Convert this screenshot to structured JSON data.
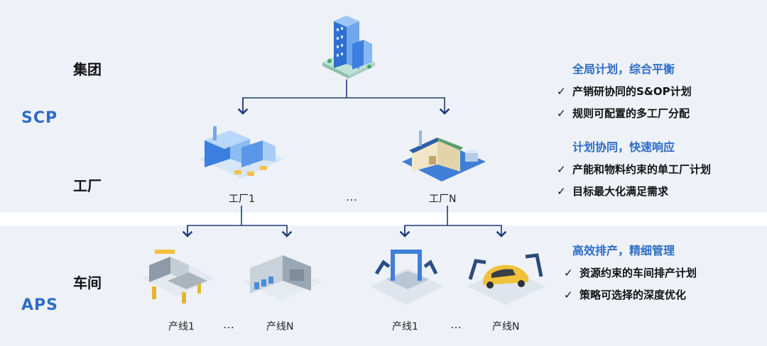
{
  "levels": {
    "group": "集团",
    "factory": "工厂",
    "workshop": "车间"
  },
  "systems": {
    "scp": "SCP",
    "aps": "APS"
  },
  "factories": {
    "first": "工厂1",
    "last": "工厂N",
    "ellipsis": "…"
  },
  "lines": {
    "left_first": "产线1",
    "left_last": "产线N",
    "left_ellipsis": "…",
    "right_first": "产线1",
    "right_last": "产线N",
    "right_ellipsis": "…"
  },
  "panels": [
    {
      "heading": "全局计划，综合平衡",
      "items": [
        "产销研协同的S&OP计划",
        "规则可配置的多工厂分配"
      ]
    },
    {
      "heading": "计划协同，快速响应",
      "items": [
        "产能和物料约束的单工厂计划",
        "目标最大化满足需求"
      ]
    },
    {
      "heading": "高效排产，精细管理",
      "items": [
        "资源约束的车间排产计划",
        "策略可选择的深度优化"
      ]
    }
  ],
  "check_glyph": "✓",
  "colors": {
    "accent": "#2e6cc4",
    "connector": "#1f3a7a",
    "band": "#eef2f8"
  }
}
